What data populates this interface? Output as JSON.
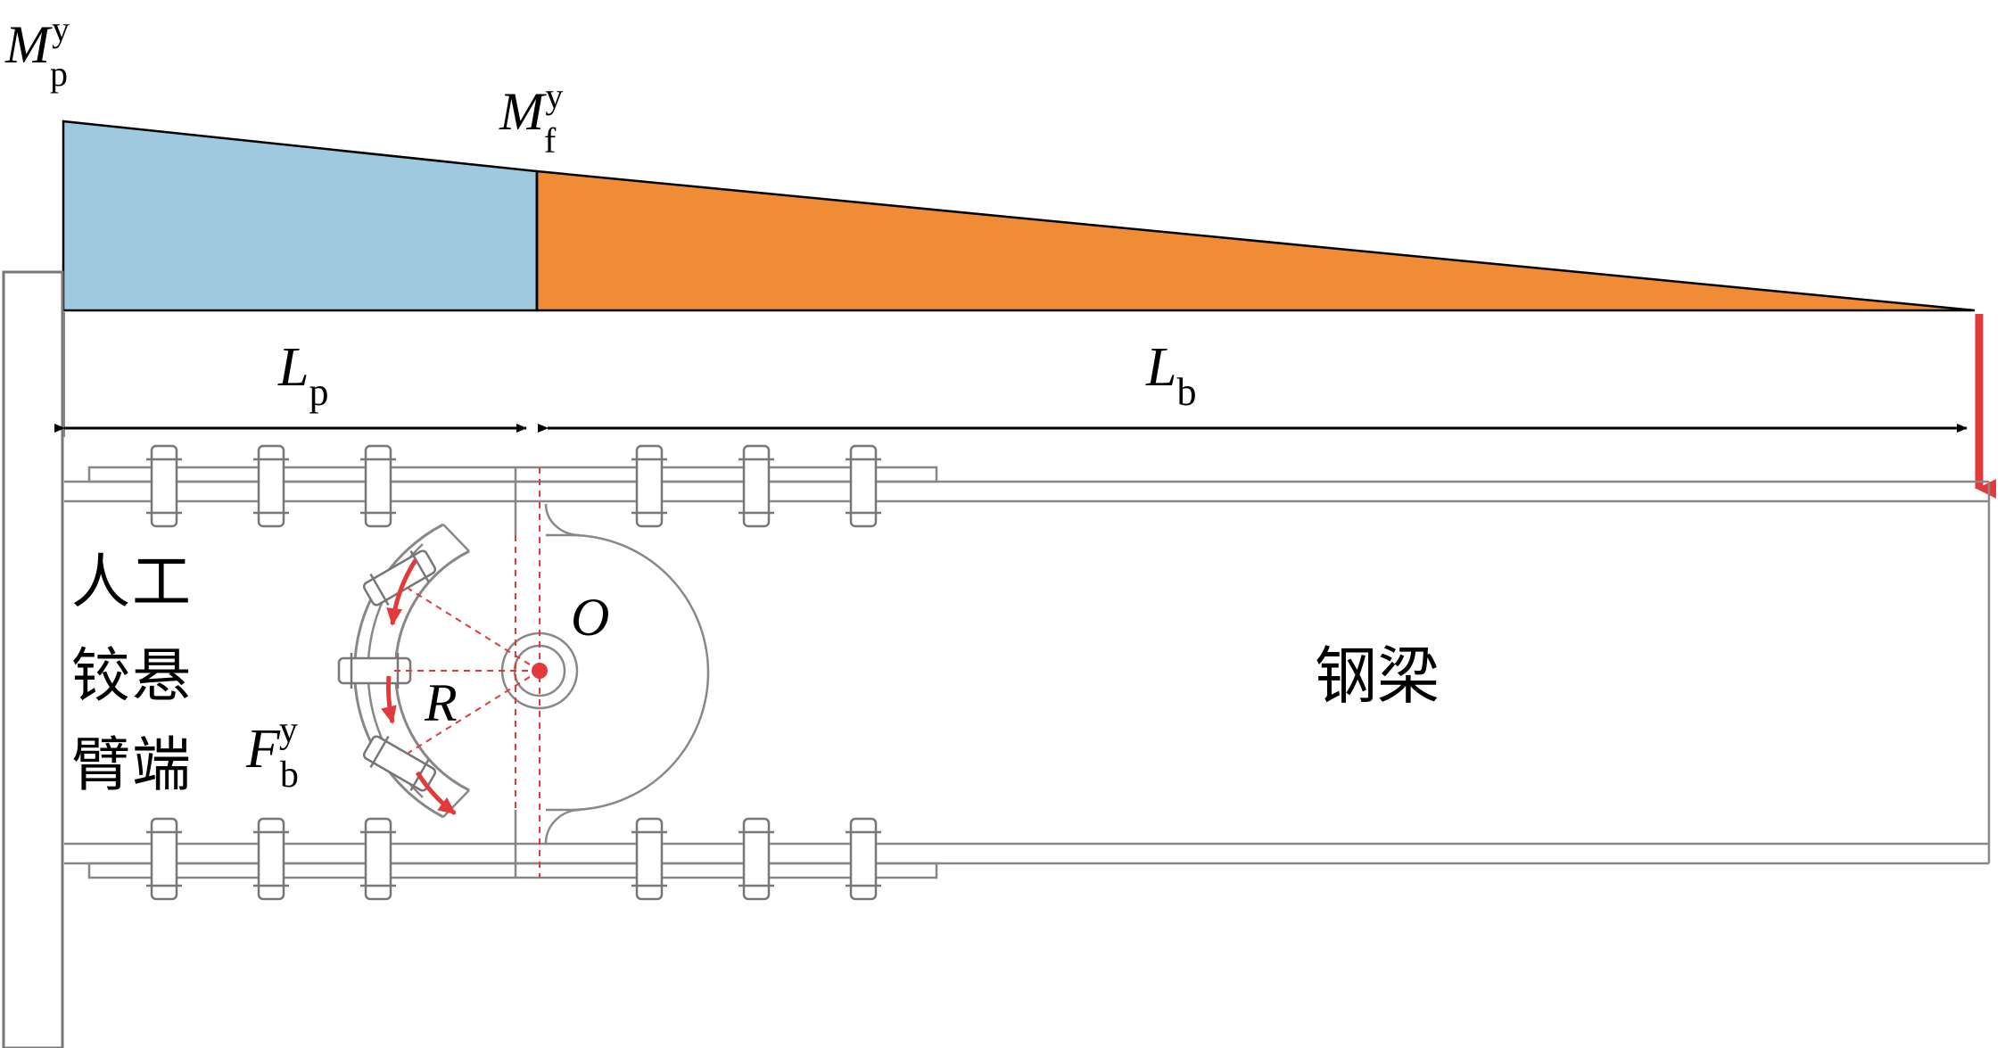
{
  "moment_diagram": {
    "left_label": {
      "symbol": "M",
      "sub": "p",
      "sup": "y"
    },
    "mid_label": {
      "symbol": "M",
      "sub": "f",
      "sup": "y"
    },
    "colors": {
      "hinge_zone": "#9fc9df",
      "beam_zone": "#f08c35",
      "load_arrow": "#e23a3a",
      "center_dot": "#e23a3a"
    }
  },
  "dimensions": {
    "lp": {
      "symbol": "L",
      "sub": "p"
    },
    "lb": {
      "symbol": "L",
      "sub": "b"
    }
  },
  "hinge": {
    "center_label": "O",
    "radius_label": "R",
    "force_label": {
      "symbol": "F",
      "sub": "b",
      "sup": "y"
    },
    "name_lines": [
      "人工",
      "铰悬",
      "臂端"
    ]
  },
  "beam": {
    "label": "钢梁"
  }
}
